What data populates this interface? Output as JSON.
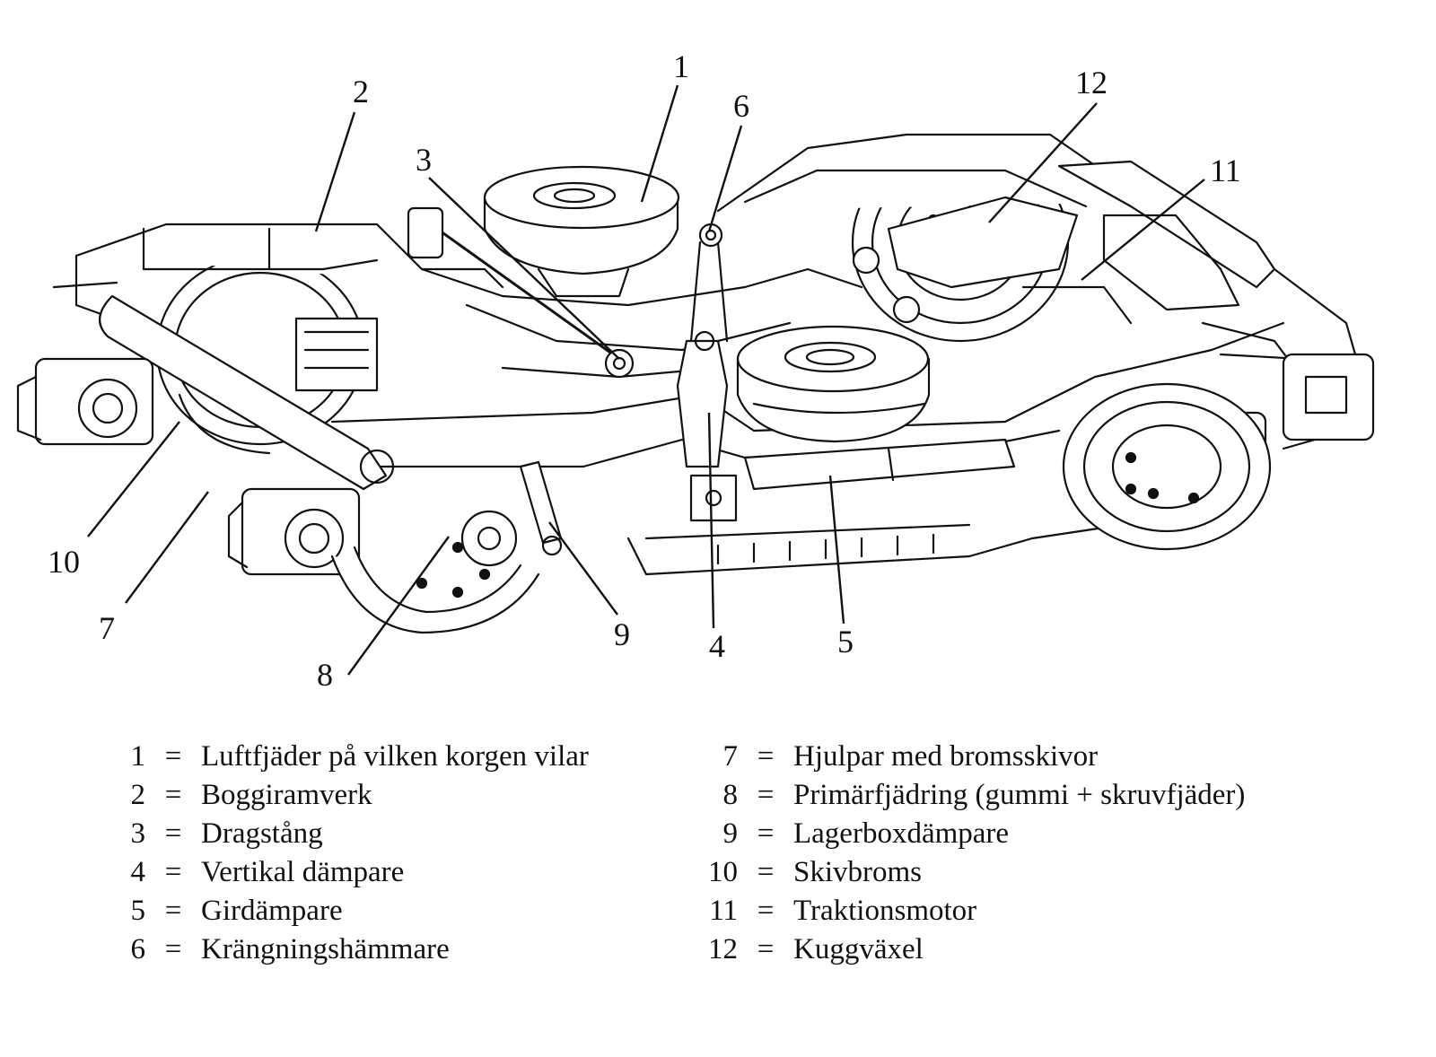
{
  "callouts": [
    {
      "num": "1"
    },
    {
      "num": "2"
    },
    {
      "num": "3"
    },
    {
      "num": "4"
    },
    {
      "num": "5"
    },
    {
      "num": "6"
    },
    {
      "num": "7"
    },
    {
      "num": "8"
    },
    {
      "num": "9"
    },
    {
      "num": "10"
    },
    {
      "num": "11"
    },
    {
      "num": "12"
    }
  ],
  "legend": {
    "equals": "=",
    "left": [
      {
        "num": "1",
        "label": "Luftfjäder på vilken korgen vilar"
      },
      {
        "num": "2",
        "label": "Boggiramverk"
      },
      {
        "num": "3",
        "label": "Dragstång"
      },
      {
        "num": "4",
        "label": "Vertikal dämpare"
      },
      {
        "num": "5",
        "label": "Girdämpare"
      },
      {
        "num": "6",
        "label": "Krängningshämmare"
      }
    ],
    "right": [
      {
        "num": "7",
        "label": "Hjulpar med bromsskivor"
      },
      {
        "num": "8",
        "label": "Primärfjädring (gummi + skruvfjäder)"
      },
      {
        "num": "9",
        "label": "Lagerboxdämpare"
      },
      {
        "num": "10",
        "label": "Skivbroms"
      },
      {
        "num": "11",
        "label": "Traktionsmotor"
      },
      {
        "num": "12",
        "label": "Kuggväxel"
      }
    ]
  },
  "colors": {
    "ink": "#111111",
    "paper": "#ffffff"
  }
}
